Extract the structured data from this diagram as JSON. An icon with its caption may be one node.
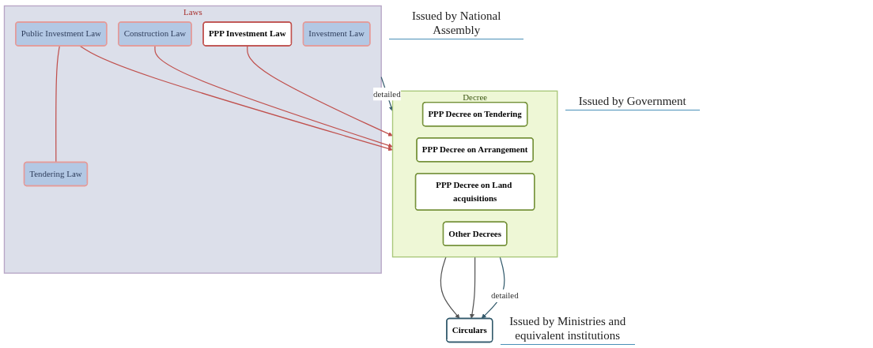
{
  "diagram": {
    "nodes": [
      {
        "text": [
          "Laws"
        ],
        "beside": [
          "Issued by National Assembly"
        ]
      },
      {
        "text": [
          "PPP Investment Law"
        ],
        "in": 0
      },
      {
        "text": [
          "Construction Law"
        ],
        "in": 0
      },
      {
        "text": [
          "Investment Law"
        ],
        "in": 0
      },
      {
        "text": [
          "Public Investment Law"
        ],
        "in": 0
      },
      {
        "text": [
          "Tendering Law"
        ],
        "in": 0
      },
      {
        "text": [
          "Decree"
        ],
        "beside": [
          "Issued by Government"
        ]
      },
      {
        "text": [
          "PPP Decree on Tendering"
        ],
        "in": 6
      },
      {
        "text": [
          "PPP Decree on Arrangement"
        ],
        "in": 6
      },
      {
        "text": [
          "PPP Decree on Land acquisitions"
        ],
        "in": 6
      },
      {
        "text": [
          "Other Decrees"
        ],
        "in": 6
      },
      {
        "text": [
          "Circulars"
        ],
        "beside": [
          "Issued by Ministries and equivalent institutions"
        ]
      }
    ],
    "edges": [
      {
        "from": 0,
        "to": 6,
        "arrow": "to",
        "label": "detailed",
        "color": "#31596b"
      },
      {
        "from": 6,
        "to": 11,
        "arrow": "to",
        "label": "detailed",
        "color": "#31596b"
      },
      {
        "from": 1,
        "to": 6,
        "arrow": "to"
      },
      {
        "from": 2,
        "to": 6,
        "arrow": "to"
      },
      {
        "from": 4,
        "to": 6,
        "arrow": "to"
      },
      {
        "from": 4,
        "to": 5,
        "arrow": "none"
      },
      {
        "from": 6,
        "to": 11,
        "arrow": "to",
        "color": "#555555"
      },
      {
        "from": 6,
        "to": 11,
        "arrow": "to",
        "color": "#555555"
      }
    ]
  }
}
